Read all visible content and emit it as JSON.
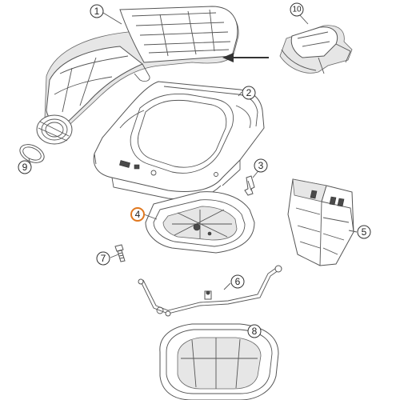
{
  "callouts": {
    "c1": "1",
    "c2": "2",
    "c3": "3",
    "c4": "4",
    "c5": "5",
    "c6": "6",
    "c7": "7",
    "c8": "8",
    "c9": "9",
    "c10": "10"
  },
  "colors": {
    "highlight": "#e0781f",
    "line": "#555555",
    "shade": "#e6e6e6"
  }
}
